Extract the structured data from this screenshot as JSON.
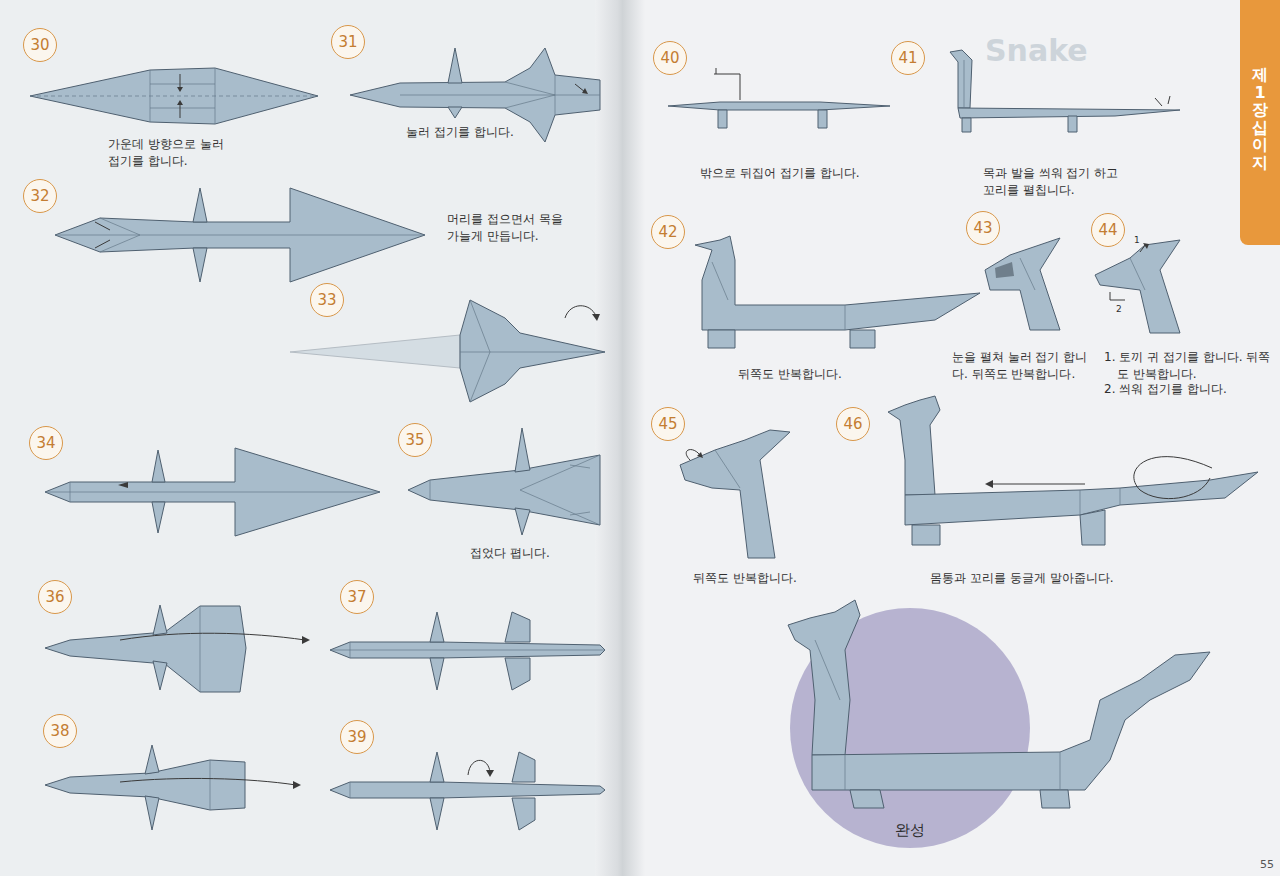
{
  "diagram": {
    "nodes": [
      {
        "text": [
          "30"
        ]
      },
      {
        "text": [
          "31"
        ]
      },
      {
        "text": [
          "32"
        ]
      },
      {
        "text": [
          "33"
        ]
      },
      {
        "text": [
          "34"
        ]
      },
      {
        "text": [
          "35"
        ]
      },
      {
        "text": [
          "36"
        ]
      },
      {
        "text": [
          "37"
        ]
      },
      {
        "text": [
          "38"
        ]
      },
      {
        "text": [
          "39"
        ]
      },
      {
        "text": [
          "40"
        ]
      },
      {
        "text": [
          "41"
        ]
      },
      {
        "text": [
          "42"
        ]
      },
      {
        "text": [
          "43"
        ]
      },
      {
        "text": [
          "44"
        ]
      },
      {
        "text": [
          "45"
        ]
      },
      {
        "text": [
          "46"
        ]
      },
      {
        "text": [
          "완성"
        ]
      },
      {
        "text": [
          "제1장 십이지"
        ]
      }
    ],
    "labels": [
      "가운데 방향으로 눌러 접기를 합니다.",
      "눌러 접기를 합니다.",
      "머리를 접으면서 목을 가늘게 만듭니다.",
      "접었다 폅니다.",
      "밖으로 뒤집어 접기를 합니다.",
      "목과 발을 씌워 접기 하고 꼬리를 펼칩니다.",
      "뒤쪽도 반복합니다.",
      "눈을 펼쳐 눌러 접기 합니다. 뒤쪽도 반복합니다.",
      "1. 토끼 귀 접기를 합니다. 뒤쪽도 반복합니다.",
      "2. 씌워 접기를 합니다.",
      "뒤쪽도 반복합니다.",
      "몸통과 꼬리를 둥글게 말아줍니다.",
      "1",
      "2",
      "55",
      "Snake"
    ]
  }
}
